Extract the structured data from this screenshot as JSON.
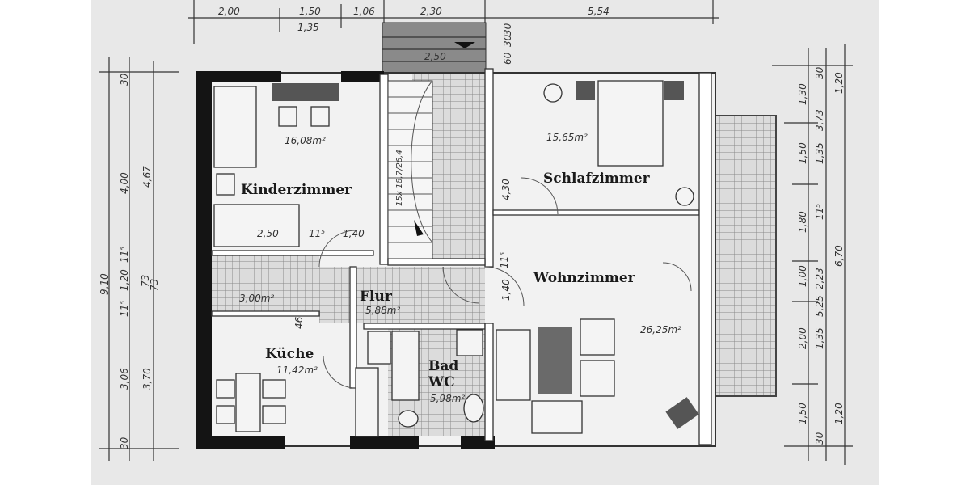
{
  "rooms": {
    "kinderzimmer": {
      "name": "Kinderzimmer",
      "area": "16,08m²"
    },
    "schlafzimmer": {
      "name": "Schlafzimmer",
      "area": "15,65m²"
    },
    "wohnzimmer": {
      "name": "Wohnzimmer",
      "area": "26,25m²"
    },
    "flur": {
      "name": "Flur",
      "area": "5,88m²"
    },
    "abstell": {
      "area": "3,00m²"
    },
    "kueche": {
      "name": "Küche",
      "area": "11,42m²"
    },
    "bad": {
      "name_line1": "Bad",
      "name_line2": "WC",
      "area": "5,98m²"
    }
  },
  "dimensions": {
    "top": [
      "2,00",
      "1,50",
      "1,35",
      "1,06",
      "2,30",
      "5,54"
    ],
    "stair_entry": [
      "2,50",
      "30",
      "30",
      "60"
    ],
    "left": [
      "9,10",
      "4,00",
      "4,67",
      "11⁵",
      "1,20",
      "11⁵",
      "73",
      "73",
      "3,06",
      "3,70",
      "30",
      "30"
    ],
    "right": [
      "1,30",
      "30",
      "1,20",
      "3,73",
      "1,50",
      "1,35",
      "1,80",
      "11⁵",
      "6,70",
      "1,00",
      "2,23",
      "5,25",
      "2,00",
      "1,35",
      "1,50",
      "1,20",
      "30"
    ],
    "interior": [
      "2,50",
      "11⁵",
      "1,40",
      "4,30",
      "11⁵",
      "1,40",
      "46",
      "15x 18,7/26,4"
    ]
  },
  "colors": {
    "paper": "#e8e8e8",
    "wall": "#141414",
    "tile": "#9a9a9a"
  }
}
